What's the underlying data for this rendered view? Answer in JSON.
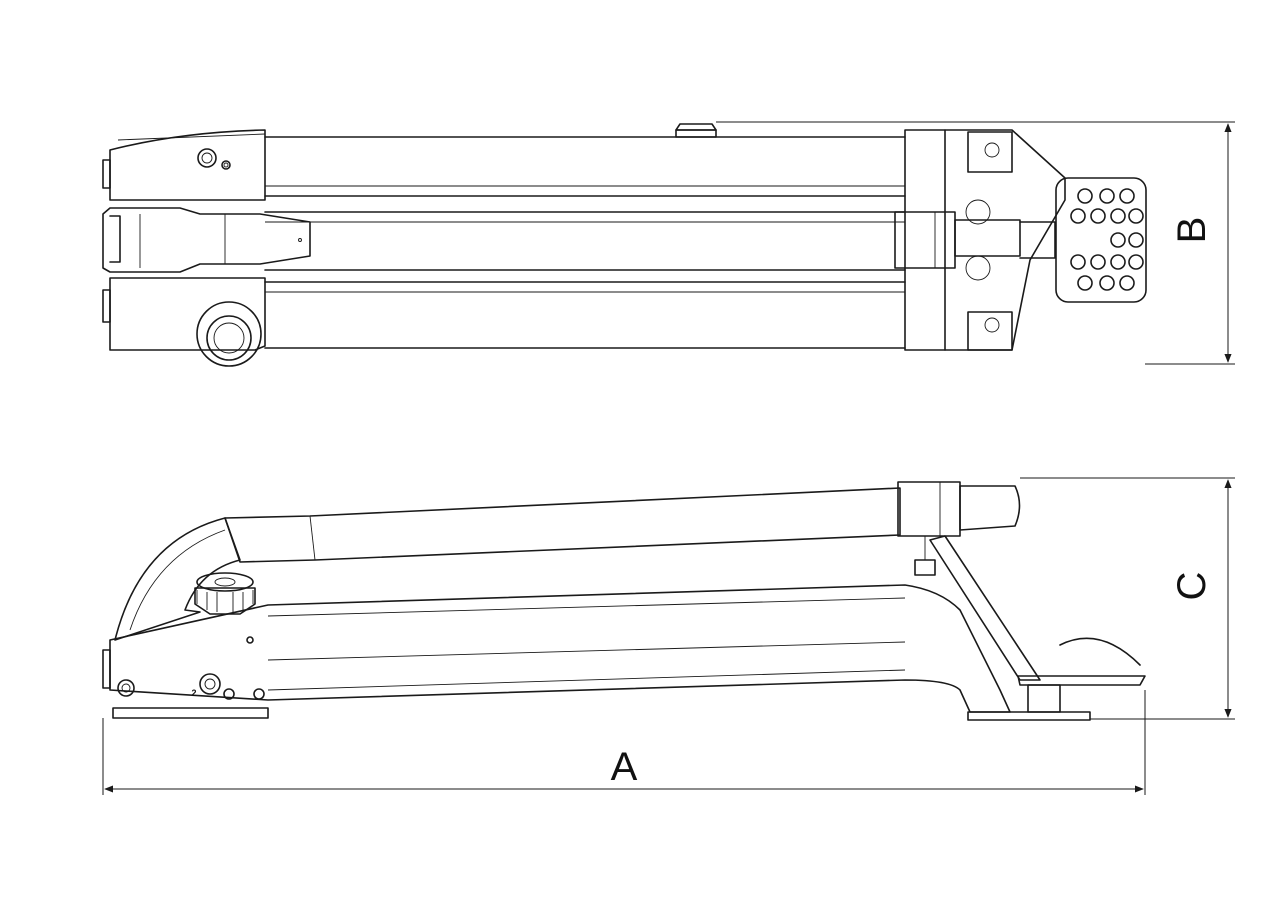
{
  "dimension_labels": {
    "a": "A",
    "b": "B",
    "c": "C"
  },
  "detail_labels": {
    "port_number": "2"
  }
}
